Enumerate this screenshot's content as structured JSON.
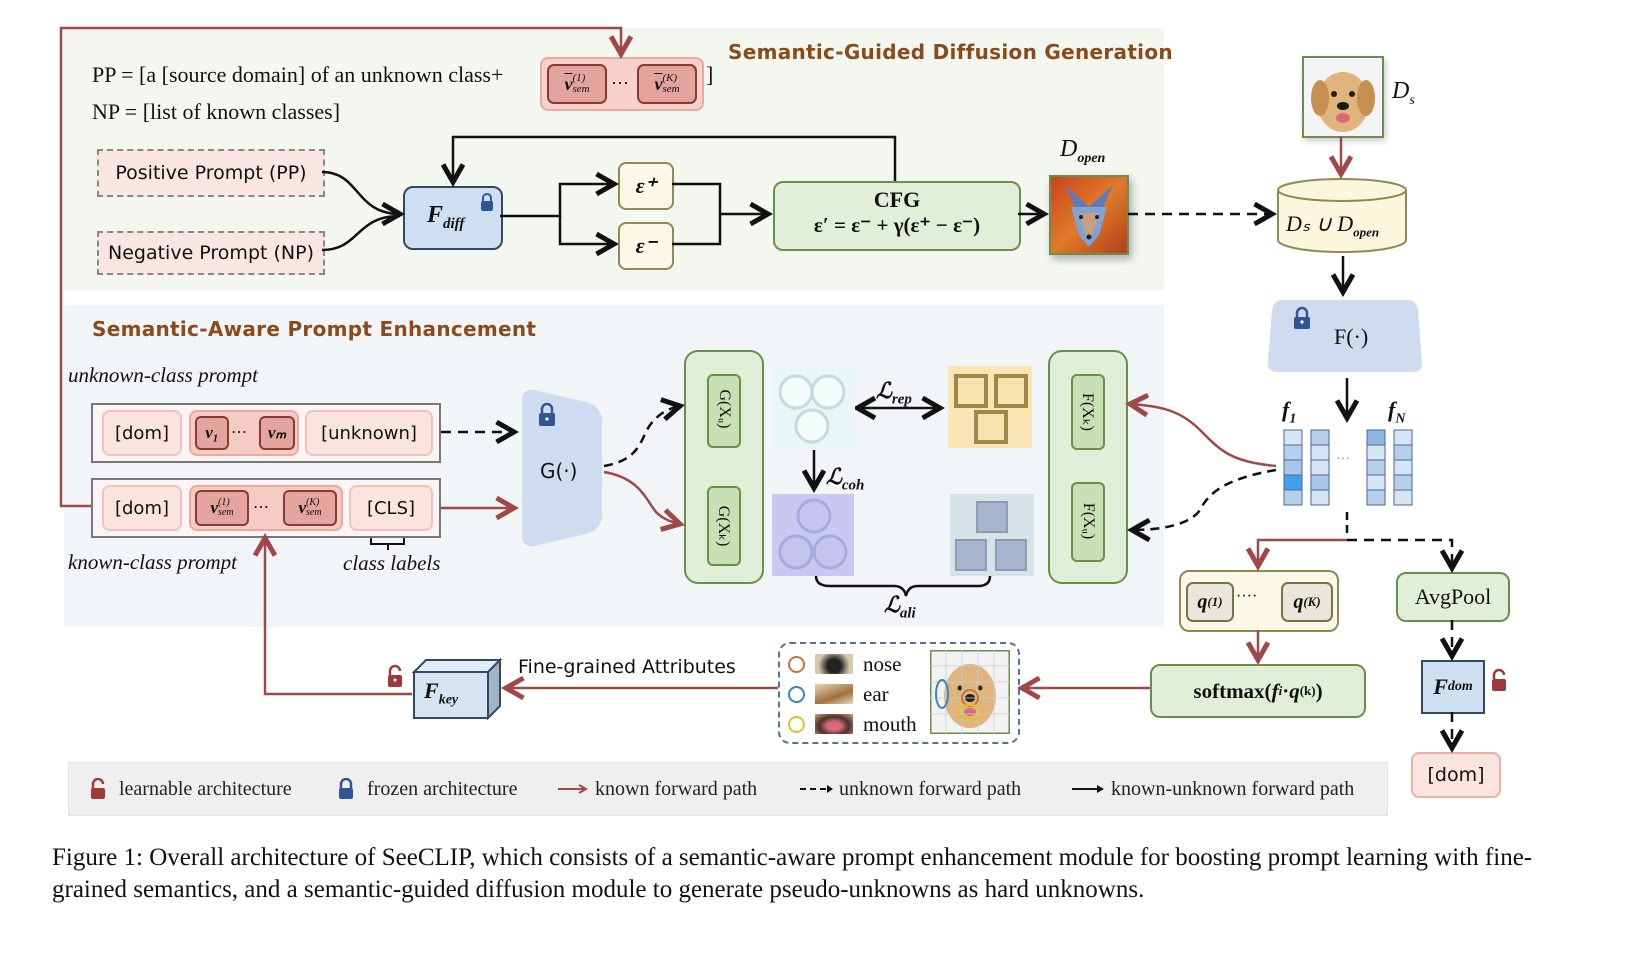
{
  "figure": {
    "top_section": {
      "title": "Semantic-Guided Diffusion Generation",
      "pp_line": "PP = [a [source domain] of an unknown class+",
      "pp_close": "]",
      "np_line": "NP = [list of known classes]",
      "pp_tokens": [
        "v͂sem(1)",
        "v͂sem(K)"
      ],
      "pp_ellipsis": "⋯",
      "positive_prompt": "Positive Prompt (PP)",
      "negative_prompt": "Negative Prompt (NP)",
      "f_diff": "F",
      "f_diff_sub": "diff",
      "eps_plus": "ε⁺",
      "eps_minus": "ε⁻",
      "cfg_title": "CFG",
      "cfg_formula": "ε′ = ε⁻ + γ(ε⁺ − ε⁻)",
      "d_open_label": "D",
      "d_open_sub": "open",
      "d_s_label": "D",
      "d_s_sub": "s",
      "union_label": "Dₛ ∪ D",
      "union_sub": "open"
    },
    "middle_section": {
      "title": "Semantic-Aware Prompt Enhancement",
      "unknown_prompt_label": "unknown-class prompt",
      "known_prompt_label": "known-class prompt",
      "class_labels_label": "class labels",
      "unknown_tokens": {
        "dom": "[dom]",
        "v1": "v₁",
        "ellipsis": "⋯",
        "vm": "vₘ",
        "unknown": "[unknown]"
      },
      "known_tokens": {
        "dom": "[dom]",
        "vsem1": "v",
        "vsem1_sup": "(1)",
        "vsem_sub": "sem",
        "ellipsis": "⋯",
        "vsemK": "v",
        "vsemK_sup": "(K)",
        "cls": "[CLS]"
      },
      "g_encoder": "G(·)",
      "g_xu": "G(Xᵤ)",
      "g_xk": "G(Xₖ)",
      "f_xk": "F(Xₖ)",
      "f_xu": "F(Xᵤ)",
      "l_rep": "ℒ",
      "l_rep_sub": "rep",
      "l_coh": "ℒ",
      "l_coh_sub": "coh",
      "l_ali": "ℒ",
      "l_ali_sub": "ali"
    },
    "right_column": {
      "f_encoder": "F(·)",
      "f1": "f",
      "f1_sub": "1",
      "fN": "f",
      "fN_sub": "N",
      "features_ellipsis": "···",
      "q1": "q",
      "q1_sup": "(1)",
      "qK": "q",
      "qK_sup": "(K)",
      "q_ellipsis": "····",
      "softmax": "softmax(",
      "softmax_fi": "f",
      "softmax_i": "i",
      "softmax_dot": " · ",
      "softmax_q": "q",
      "softmax_sup": "(k)",
      "softmax_close": ")",
      "avgpool": "AvgPool",
      "f_dom": "F",
      "f_dom_sub": "dom",
      "dom_out": "[dom]"
    },
    "bottom_section": {
      "f_key": "F",
      "f_key_sub": "key",
      "fine_grained": "Fine-grained Attributes",
      "attributes": [
        {
          "label": "nose",
          "color": "#c8743a"
        },
        {
          "label": "ear",
          "color": "#3a86b8"
        },
        {
          "label": "mouth",
          "color": "#e0c030"
        }
      ]
    },
    "legend": [
      {
        "label": "learnable architecture",
        "icon": "unlocked-padlock-icon"
      },
      {
        "label": "frozen architecture",
        "icon": "locked-padlock-icon"
      },
      {
        "label": "known forward path",
        "icon": "red-arrow-icon"
      },
      {
        "label": "unknown forward path",
        "icon": "dashed-arrow-icon"
      },
      {
        "label": "known-unknown forward path",
        "icon": "black-arrow-icon"
      }
    ],
    "caption": "Figure 1: Overall architecture of SeeCLIP, which consists of a semantic-aware prompt enhancement module for boosting prompt learning with fine-grained semantics, and a semantic-guided diffusion module to generate pseudo-unknowns as hard unknowns."
  },
  "colors": {
    "known_path": "#a04848",
    "unknown_path": "#111111",
    "section_title": "#8a4a1a",
    "green_box": "#e2efd8",
    "green_border": "#6b8e4e",
    "blue_box": "#d6e3f3",
    "blue_border": "#34495e",
    "pink_token": "#f9dcd8",
    "dark_pink_token": "#e2a49c",
    "lock_blue": "#2f5597",
    "lock_red": "#a03a3a"
  }
}
